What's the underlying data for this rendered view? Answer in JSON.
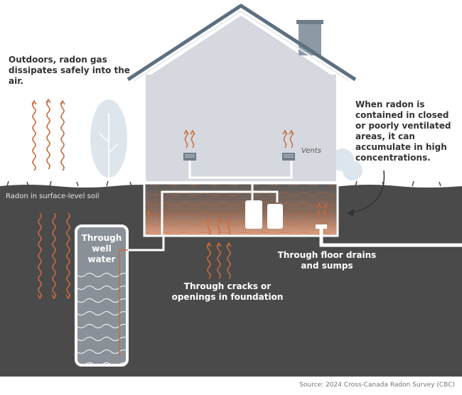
{
  "labels": {
    "outdoors": "Outdoors, radon gas dissipates safely into the air.",
    "contained": "When radon is contained in closed or poorly ventilated areas, it can accumulate in high concentrations.",
    "vents": "Vents",
    "soil": "Radon in surface-level soil",
    "well": "Through well water",
    "cracks": "Through cracks or openings in foundation",
    "drains": "Through floor drains and sumps"
  },
  "source": "Source: 2024 Cross-Canada Radon Survey (CBC)",
  "colors": {
    "ground": "#4a4a4a",
    "house": "#d5d9df",
    "roof": "#5d6f80",
    "radon": "#c86a3a",
    "text": "#333333"
  }
}
